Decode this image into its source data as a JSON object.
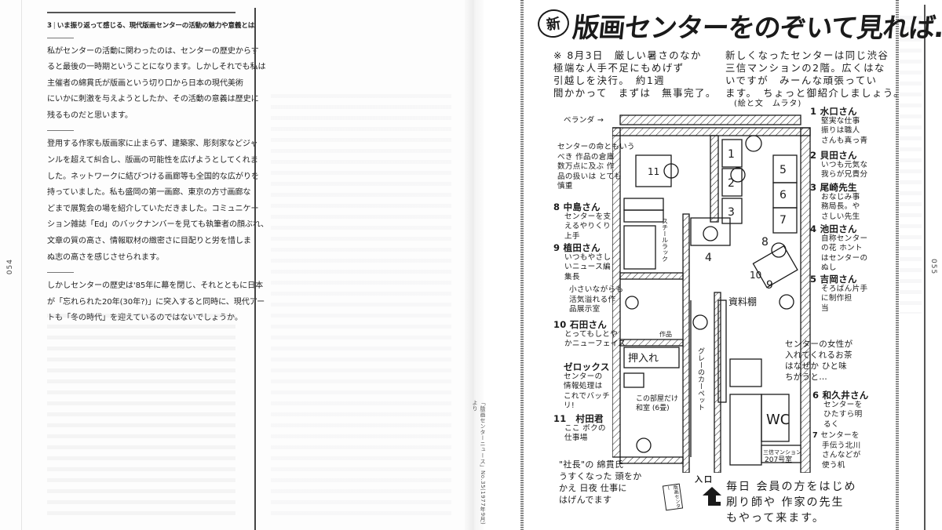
{
  "spread": {
    "left_page_number": "054",
    "right_page_number": "055"
  },
  "article": {
    "section_number": "3",
    "heading": "いま振り返って感じる、現代版画センターの活動の魅力や意義とは",
    "paragraphs": [
      {
        "lines": [
          "私がセンターの活動に関わったのは、センターの歴史からす",
          "ると最後の一時期ということになります。しかしそれでも私は",
          "主催者の綿貫氏が版画という切り口から日本の現代美術",
          "にいかに刺激を与えようとしたか、その活動の意義は歴史に",
          "残るものだと思います。"
        ]
      },
      {
        "lines": [
          "登用する作家も版画家に止まらず、建築家、彫刻家などジャ",
          "ンルを超えて糾合し、版画の可能性を広げようとしてくれま",
          "した。ネットワークに結びつける画廊等も全国的な広がりを",
          "持っていました。私も盛岡の第一画廊、東京の方寸画廊な",
          "どまで展覧会の場を紹介していただきました。コミュニケー",
          "ション雑誌「Ed」のバックナンバーを見ても執筆者の顔ぶれ、",
          "文章の質の高さ、情報取材の緻密さに目配りと労を惜しま",
          "ぬ志の高さを感じさせられます。"
        ]
      },
      {
        "lines": [
          "しかしセンターの歴史は'85年に幕を閉じ、それとともに日本",
          "が「忘れられた20年(30年?)」に突入すると同時に、現代アー",
          "トも「冬の時代」を迎えているのではないでしょうか。"
        ]
      }
    ]
  },
  "source_caption": "「版画センターニュース」No.35(1977年9月)より",
  "illustration": {
    "new_badge": "新",
    "title": "版画センターをのぞいて見れば…",
    "intro_left": [
      "※ 8月3日　厳しい暑さのなか",
      "極端な人手不足にもめげず",
      "引越しを決行。　約1週",
      "間かかって　まずは　無事完了。"
    ],
    "intro_right": [
      "新しくなったセンターは同じ渋谷",
      "三信マンションの2階。広くはな",
      "いですが　みーんな頑張ってい",
      "ます。　ちょっと御紹介しましょう。"
    ],
    "credit": "(絵と文　ムラタ)",
    "labels": {
      "veranda": "ベランダ →",
      "steel_rack": "スチールラック",
      "works": "作品",
      "oshiire": "押入れ",
      "documents_shelf": "資料棚",
      "gray_carpet": "グレーのカーペット",
      "washitsu": [
        "この部屋だけ",
        "和室 (6畳)"
      ],
      "wc": "WC",
      "room_number": [
        "三信マンション",
        "207号室"
      ],
      "entrance": "入口",
      "signboard": "版画センター"
    },
    "plan_numbers": [
      "1",
      "2",
      "3",
      "4",
      "5",
      "6",
      "7",
      "8",
      "9",
      "10",
      "11"
    ],
    "left_notes": [
      {
        "lines": [
          "センターの命ともいう",
          "べき 作品の倉庫",
          "数万点に及ぶ 作",
          "品の扱いは とても",
          "慎重"
        ]
      },
      {
        "name": "8 中島さん",
        "lines": [
          "センターを支",
          "えるやりくり",
          "上手"
        ]
      },
      {
        "name": "9 植田さん",
        "lines": [
          "いつもやさし",
          "いニュース編",
          "集長"
        ]
      },
      {
        "lines": [
          "小さいながらも",
          "活気溢れる作",
          "品展示室"
        ]
      },
      {
        "name": "10 石田さん",
        "lines": [
          "とってもしとや",
          "かニューフェイス"
        ]
      },
      {
        "lines": [
          "ゼロックス",
          "センターの",
          "情報処理は",
          "これでバッチ",
          "リ!"
        ]
      },
      {
        "name": "11　村田君",
        "lines": [
          "ここ ボクの",
          "仕事場"
        ]
      },
      {
        "lines": [
          "\"社長\"の 綿貫氏",
          "うすくなった 頭をか",
          "かえ 日夜 仕事に",
          "はげんでます"
        ]
      }
    ],
    "right_notes": [
      {
        "name": "1 水口さん",
        "lines": [
          "堅実な仕事",
          "振りは職人",
          "さんも真っ青"
        ]
      },
      {
        "name": "2 貝田さん",
        "lines": [
          "いつも元気な",
          "我らが兄貴分"
        ]
      },
      {
        "name": "3 尾崎先生",
        "lines": [
          "おなじみ事",
          "務局長。や",
          "さしい先生"
        ]
      },
      {
        "name": "4 池田さん",
        "lines": [
          "自称センター",
          "の花 ホント",
          "はセンターの",
          "ぬし"
        ]
      },
      {
        "name": "5 吉岡さん",
        "lines": [
          "そろばん片手",
          "に制作担",
          "当"
        ]
      },
      {
        "lines": [
          "センターの女性が",
          "入れてくれるお茶",
          "はなぜか ひと味",
          "ちがうと…"
        ]
      },
      {
        "name": "6 和久井さん",
        "lines": [
          "センターを",
          "ひたすら明",
          "るく"
        ]
      },
      {
        "name": "7",
        "lines": [
          "センターを",
          "手伝う北川",
          "さんなどが",
          "使う机"
        ]
      }
    ],
    "bottom_text": [
      "毎日 会員の方をはじめ",
      "刷り師や 作家の先生",
      "もやって来ます。"
    ]
  }
}
